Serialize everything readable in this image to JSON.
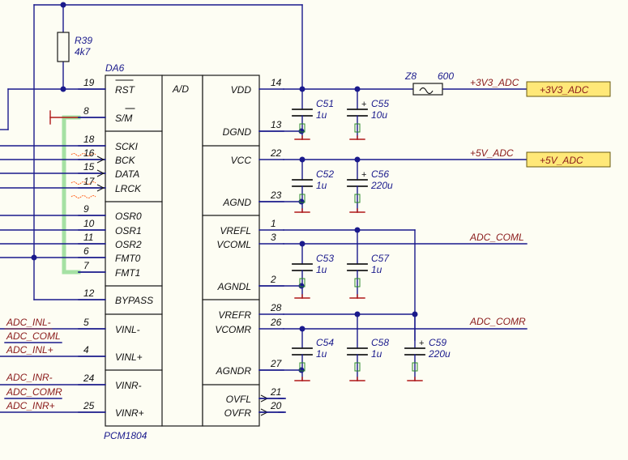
{
  "chip": {
    "ref": "DA6",
    "part": "PCM1804",
    "center_label": "A/D",
    "left_pins": [
      {
        "num": "19",
        "name": "RST",
        "overbar": true
      },
      {
        "num": "8",
        "name": "S/M",
        "overbar": true
      },
      {
        "num": "18",
        "name": "SCKI"
      },
      {
        "num": "16",
        "name": "BCK"
      },
      {
        "num": "15",
        "name": "DATA"
      },
      {
        "num": "17",
        "name": "LRCK"
      },
      {
        "num": "9",
        "name": "OSR0"
      },
      {
        "num": "10",
        "name": "OSR1"
      },
      {
        "num": "11",
        "name": "OSR2"
      },
      {
        "num": "6",
        "name": "FMT0"
      },
      {
        "num": "7",
        "name": "FMT1"
      },
      {
        "num": "12",
        "name": "BYPASS"
      },
      {
        "num": "5",
        "name": "VINL-"
      },
      {
        "num": "4",
        "name": "VINL+"
      },
      {
        "num": "24",
        "name": "VINR-"
      },
      {
        "num": "25",
        "name": "VINR+"
      }
    ],
    "right_pins": [
      {
        "num": "14",
        "name": "VDD"
      },
      {
        "num": "13",
        "name": "DGND"
      },
      {
        "num": "22",
        "name": "VCC"
      },
      {
        "num": "23",
        "name": "AGND"
      },
      {
        "num": "1",
        "name": "VREFL"
      },
      {
        "num": "3",
        "name": "VCOML"
      },
      {
        "num": "2",
        "name": "AGNDL"
      },
      {
        "num": "28",
        "name": "VREFR"
      },
      {
        "num": "26",
        "name": "VCOMR"
      },
      {
        "num": "27",
        "name": "AGNDR"
      },
      {
        "num": "21",
        "name": "OVFL"
      },
      {
        "num": "20",
        "name": "OVFR"
      }
    ]
  },
  "resistor": {
    "ref": "R39",
    "value": "4k7"
  },
  "filter": {
    "ref": "Z8",
    "value": "600"
  },
  "capacitors": [
    {
      "ref": "C51",
      "value": "1u"
    },
    {
      "ref": "C55",
      "value": "10u"
    },
    {
      "ref": "C52",
      "value": "1u"
    },
    {
      "ref": "C56",
      "value": "220u"
    },
    {
      "ref": "C53",
      "value": "1u"
    },
    {
      "ref": "C57",
      "value": "1u"
    },
    {
      "ref": "C54",
      "value": "1u"
    },
    {
      "ref": "C58",
      "value": "1u"
    },
    {
      "ref": "C59",
      "value": "220u"
    }
  ],
  "nets": {
    "v33": "+3V3_ADC",
    "v5": "+5V_ADC",
    "coml": "ADC_COML",
    "comr": "ADC_COMR",
    "inl_minus": "ADC_INL-",
    "coml_left": "ADC_COML",
    "inl_plus": "ADC_INL+",
    "inr_minus": "ADC_INR-",
    "comr_left": "ADC_COMR",
    "inr_plus": "ADC_INR+"
  },
  "ports": [
    {
      "label": "+3V3_ADC"
    },
    {
      "label": "+5V_ADC"
    }
  ]
}
